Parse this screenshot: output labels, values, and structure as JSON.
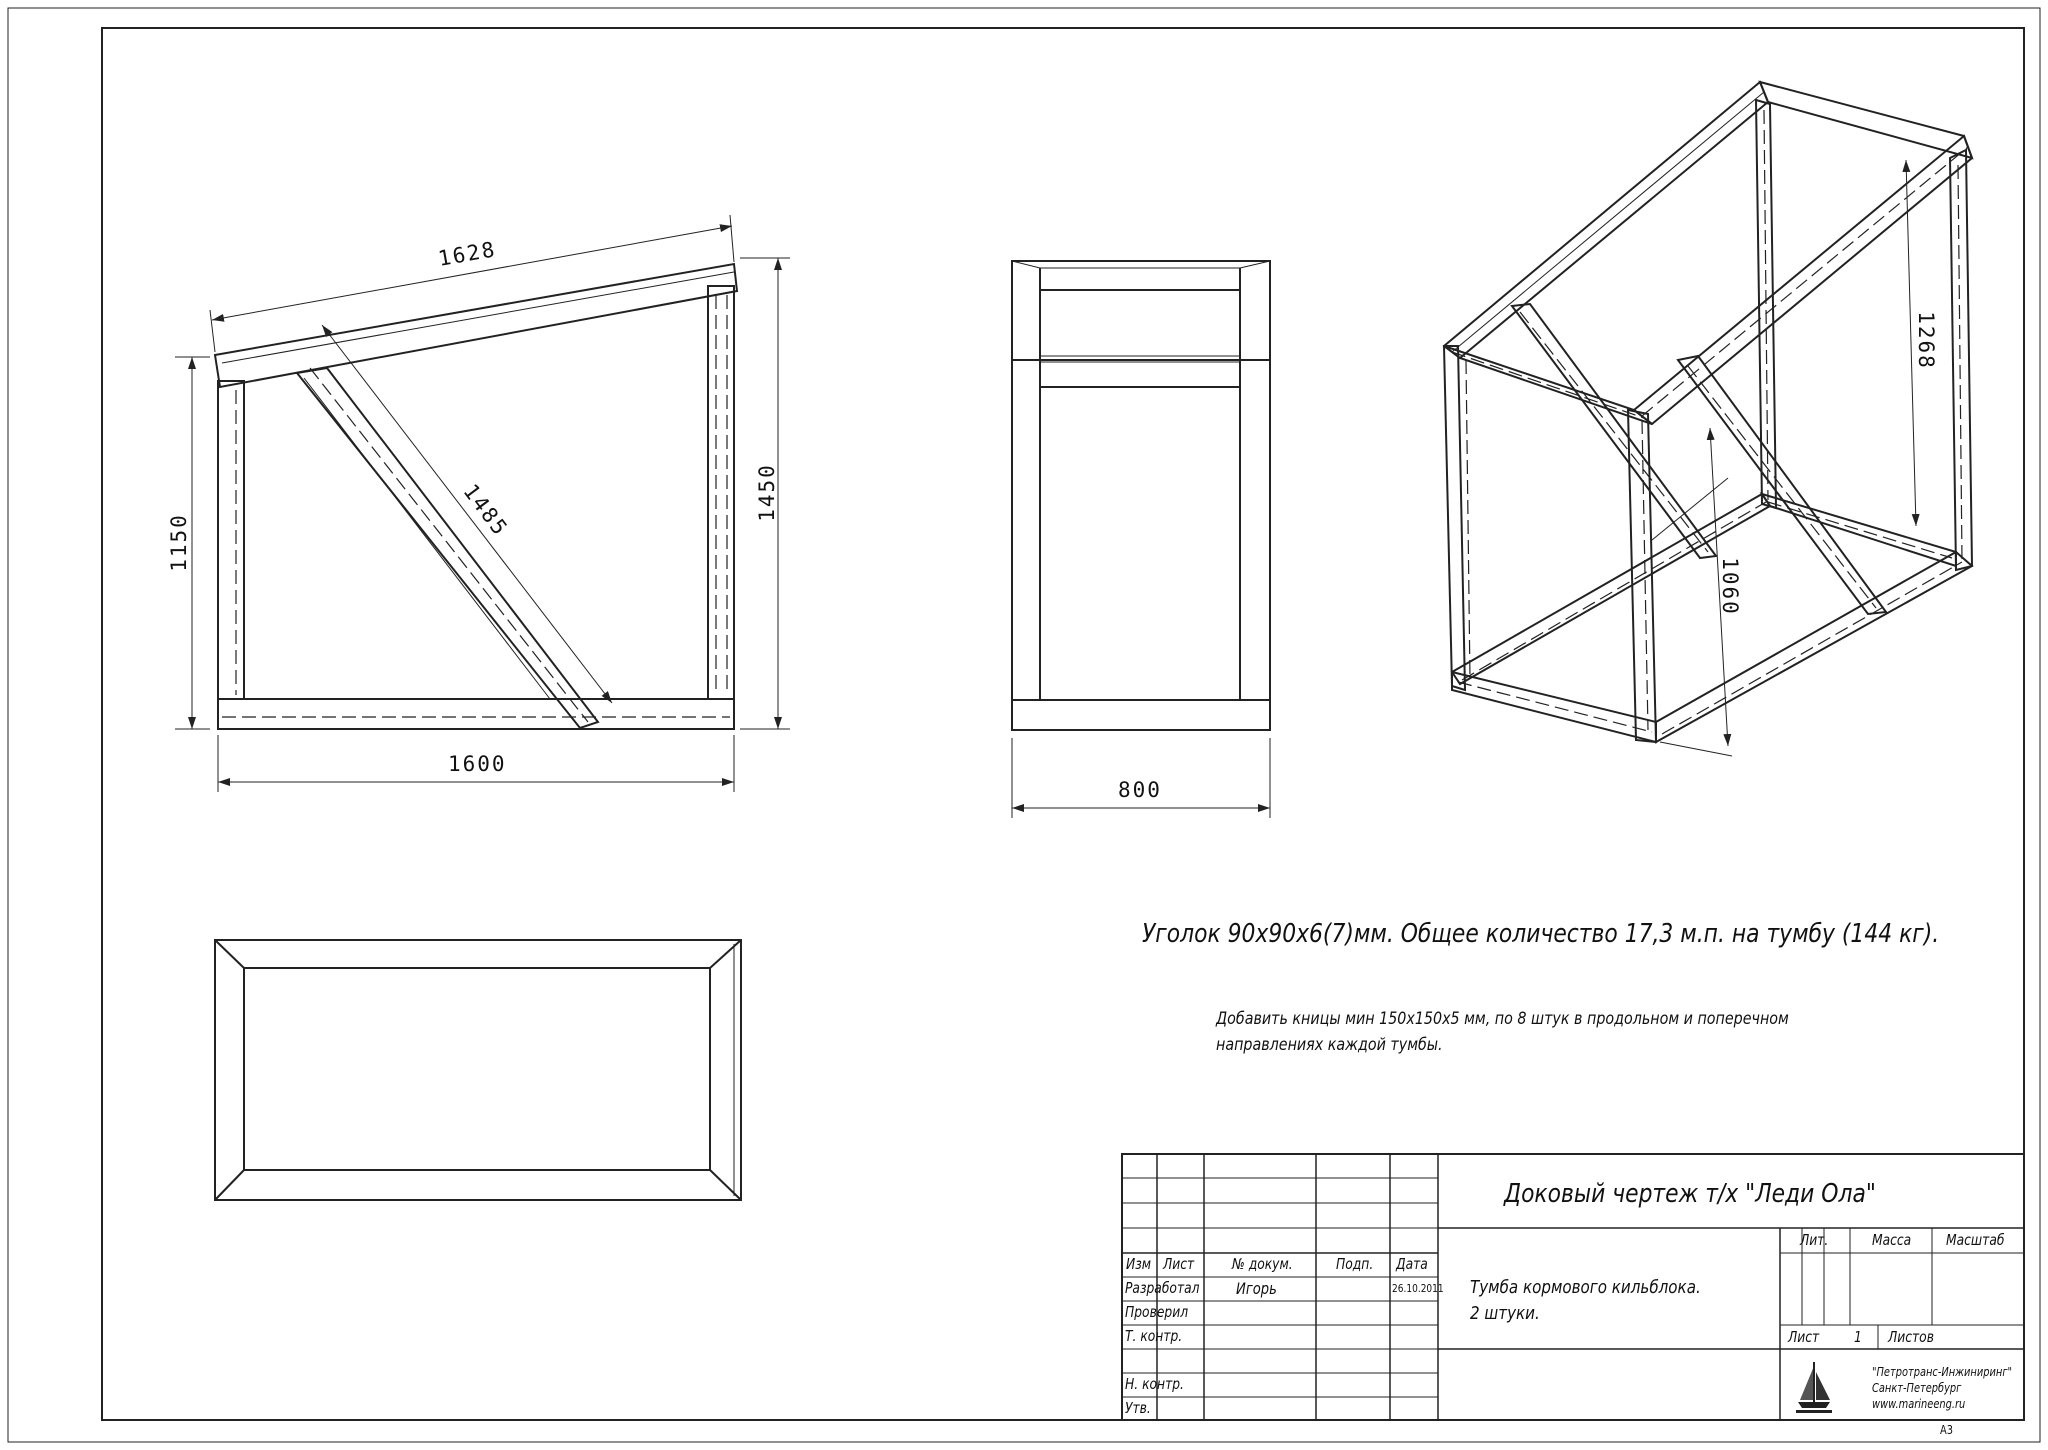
{
  "side_view": {
    "dim_top": "1628",
    "dim_left": "1150",
    "dim_right": "1450",
    "dim_diag": "1485",
    "dim_bottom": "1600"
  },
  "front_view": {
    "dim_bottom": "800"
  },
  "iso_view": {
    "dim_upper": "1268",
    "dim_lower": "1060"
  },
  "notes": {
    "main": "Уголок 90х90х6(7)мм. Общее количество 17,3 м.п. на тумбу (144 кг).",
    "extra_line1": "Добавить кницы мин 150х150х5 мм, по 8 штук в продольном и поперечном",
    "extra_line2": "направлениях каждой тумбы."
  },
  "title_block": {
    "title": "Доковый чертеж т/х \"Леди Ола\"",
    "name_line1": "Тумба кормового кильблока.",
    "name_line2": "2 штуки.",
    "headers": {
      "izm": "Изм",
      "list": "Лист",
      "doc": "№ докум.",
      "sign": "Подп.",
      "date": "Дата"
    },
    "rows": {
      "developed": "Разработал",
      "checked": "Проверил",
      "tcontrol": "Т. контр.",
      "ncontrol": "Н. контр.",
      "approved": "Утв."
    },
    "developer": "Игорь",
    "dev_date": "26.10.2011",
    "lit_label": "Лит.",
    "mass_label": "Масса",
    "scale_label": "Масштаб",
    "sheet_label": "Лист",
    "sheet_number": "1",
    "sheets_label": "Листов",
    "company_line1": "\"Петротранс-Инжиниринг\"",
    "company_line2": "Санкт-Петербург",
    "company_line3": "www.marineeng.ru",
    "format": "А3"
  }
}
